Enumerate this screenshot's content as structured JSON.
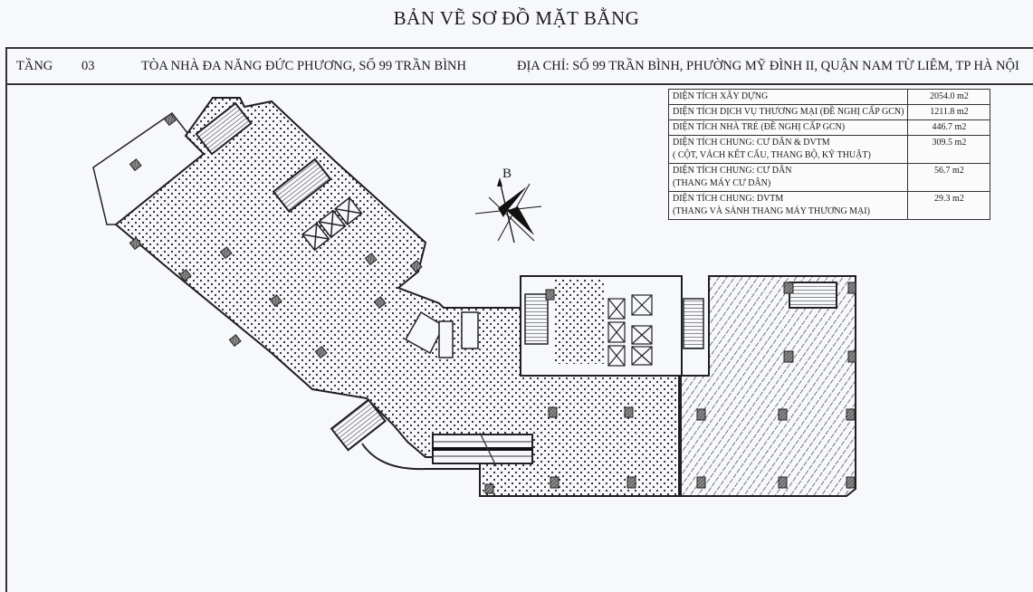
{
  "title": "BẢN VẼ SƠ ĐỒ MẶT BẰNG",
  "header": {
    "floor_label": "TẦNG",
    "floor_number": "03",
    "building": "TÒA NHÀ ĐA NĂNG ĐỨC PHƯƠNG, SỐ 99 TRẦN BÌNH",
    "address": "ĐỊA CHỈ: SỐ 99 TRẦN BÌNH, PHƯỜNG MỸ ĐÌNH II, QUẬN NAM TỪ LIÊM, TP HÀ NỘI"
  },
  "area_table": {
    "rows": [
      {
        "label": "DIỆN TÍCH XÂY DỰNG",
        "sublabel": "",
        "value": "2054.0 m2"
      },
      {
        "label": "DIỆN TÍCH DỊCH VỤ THƯƠNG MẠI (ĐỀ NGHỊ CẤP GCN)",
        "sublabel": "",
        "value": "1211.8 m2"
      },
      {
        "label": "DIỆN TÍCH NHÀ TRẺ (ĐỀ NGHỊ CẤP GCN)",
        "sublabel": "",
        "value": "446.7 m2"
      },
      {
        "label": "DIỆN TÍCH  CHUNG: CƯ DÂN & DVTM",
        "sublabel": "( CỘT, VÁCH KẾT CẤU, THANG BỘ, KỸ THUẬT)",
        "value": "309.5 m2"
      },
      {
        "label": "DIỆN TÍCH CHUNG: CƯ DÂN",
        "sublabel": "(THANG MÁY CƯ DÂN)",
        "value": "56.7 m2"
      },
      {
        "label": "DIỆN TÍCH CHUNG: DVTM",
        "sublabel": "(THANG VÀ SẢNH THANG MÁY THƯƠNG MẠI)",
        "value": "29.3 m2"
      }
    ]
  },
  "compass": {
    "north_label": "B",
    "icon": "compass-rose-icon"
  },
  "plan": {
    "zones": [
      {
        "name": "commercial-service-area",
        "pattern": "dotted"
      },
      {
        "name": "kindergarten-area",
        "pattern": "hatched"
      }
    ],
    "colors": {
      "line": "#1f1f1f",
      "column_fill": "#6a6a6a",
      "paper": "#f7f8fb"
    }
  }
}
